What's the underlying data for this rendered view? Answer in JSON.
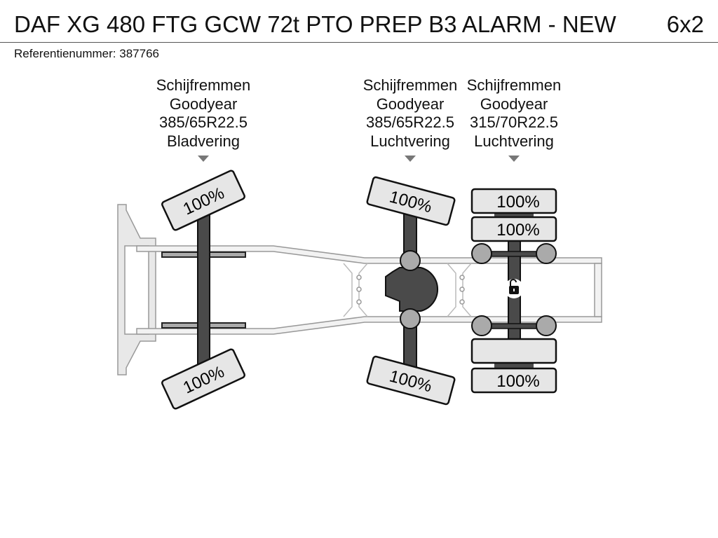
{
  "header": {
    "title": "DAF XG 480 FTG GCW 72t PTO PREP B3 ALARM - NEW",
    "configuration": "6x2"
  },
  "reference": {
    "label": "Referentienummer:",
    "value": "387766"
  },
  "axles": [
    {
      "brake": "Schijfremmen",
      "brand": "Goodyear",
      "tire_size": "385/65R22.5",
      "suspension": "Bladvering",
      "tires": {
        "left": "100%",
        "right": "100%"
      }
    },
    {
      "brake": "Schijfremmen",
      "brand": "Goodyear",
      "tire_size": "385/65R22.5",
      "suspension": "Luchtvering",
      "tires": {
        "left": "100%",
        "right": "100%"
      }
    },
    {
      "brake": "Schijfremmen",
      "brand": "Goodyear",
      "tire_size": "315/70R22.5",
      "suspension": "Luchtvering",
      "tires": {
        "left_outer": "100%",
        "left_inner": "100%",
        "right_inner": "",
        "right_outer": "100%"
      },
      "lift_axle_icon": "unlock-icon"
    }
  ],
  "colors": {
    "tire_fill": "#e6e6e6",
    "axle": "#4a4a4a",
    "frame": "#f0f0f0",
    "hub": "#aaaaaa"
  }
}
